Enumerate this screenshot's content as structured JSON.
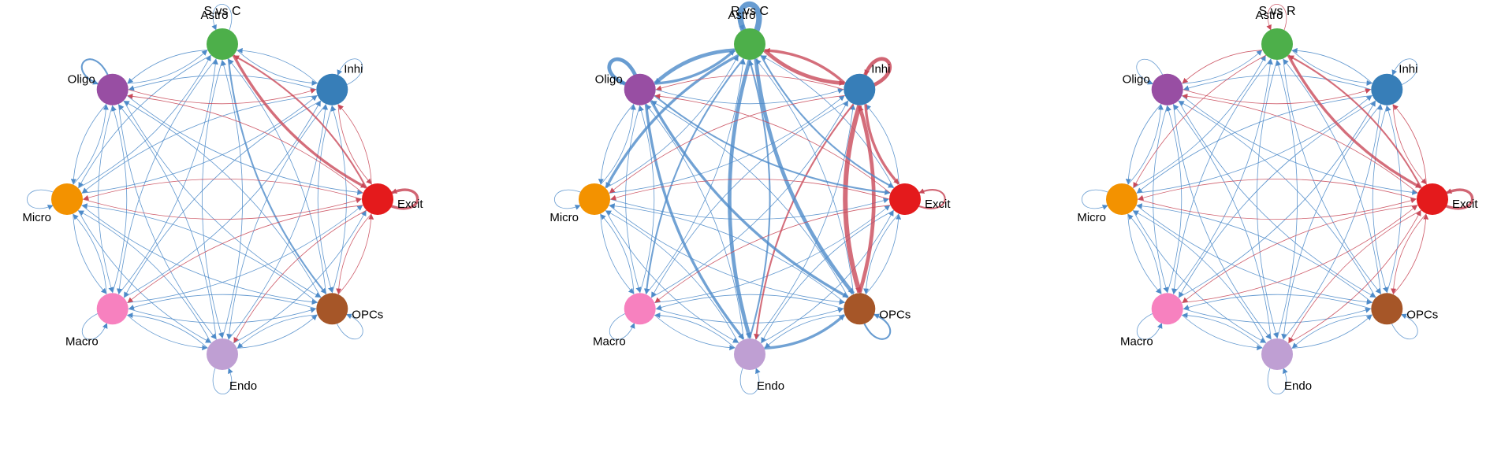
{
  "colors": {
    "increased": "#C94A5A",
    "decreased": "#4E8BC9",
    "Astro": "#4DAF4A",
    "Inhi": "#377EB8",
    "Excit": "#E41A1C",
    "OPCs": "#A65628",
    "Endo": "#BF9FD3",
    "Macro": "#F781BF",
    "Micro": "#F39200",
    "Oligo": "#984EA3"
  },
  "nodes": [
    "Astro",
    "Inhi",
    "Excit",
    "OPCs",
    "Endo",
    "Macro",
    "Micro",
    "Oligo"
  ],
  "panels": [
    {
      "title": "S vs C",
      "loops": [
        {
          "node": "Astro",
          "color": "decreased",
          "weight": 1
        },
        {
          "node": "Inhi",
          "color": "decreased",
          "weight": 1
        },
        {
          "node": "Excit",
          "color": "increased",
          "weight": 3
        },
        {
          "node": "OPCs",
          "color": "decreased",
          "weight": 1
        },
        {
          "node": "Endo",
          "color": "decreased",
          "weight": 1
        },
        {
          "node": "Macro",
          "color": "decreased",
          "weight": 1
        },
        {
          "node": "Micro",
          "color": "decreased",
          "weight": 1
        },
        {
          "node": "Oligo",
          "color": "decreased",
          "weight": 2
        }
      ],
      "edges": [
        {
          "from": "Astro",
          "to": "Excit",
          "color": "increased",
          "weight": 3
        },
        {
          "from": "Excit",
          "to": "Astro",
          "color": "increased",
          "weight": 2
        },
        {
          "from": "Astro",
          "to": "OPCs",
          "color": "decreased",
          "weight": 2
        },
        {
          "from": "Inhi",
          "to": "Excit",
          "color": "increased",
          "weight": 1
        },
        {
          "from": "Excit",
          "to": "Inhi",
          "color": "increased",
          "weight": 1
        },
        {
          "from": "Excit",
          "to": "Micro",
          "color": "increased",
          "weight": 1
        },
        {
          "from": "Excit",
          "to": "Oligo",
          "color": "increased",
          "weight": 1
        },
        {
          "from": "Excit",
          "to": "Macro",
          "color": "increased",
          "weight": 1
        },
        {
          "from": "Excit",
          "to": "Endo",
          "color": "increased",
          "weight": 1
        },
        {
          "from": "Excit",
          "to": "OPCs",
          "color": "increased",
          "weight": 1
        },
        {
          "from": "OPCs",
          "to": "Excit",
          "color": "increased",
          "weight": 1
        },
        {
          "from": "Micro",
          "to": "Excit",
          "color": "increased",
          "weight": 1
        },
        {
          "from": "Oligo",
          "to": "Inhi",
          "color": "increased",
          "weight": 1
        }
      ]
    },
    {
      "title": "R vs C",
      "loops": [
        {
          "node": "Astro",
          "color": "decreased",
          "weight": 6
        },
        {
          "node": "Inhi",
          "color": "increased",
          "weight": 4
        },
        {
          "node": "Excit",
          "color": "increased",
          "weight": 2
        },
        {
          "node": "OPCs",
          "color": "decreased",
          "weight": 2
        },
        {
          "node": "Endo",
          "color": "decreased",
          "weight": 1
        },
        {
          "node": "Macro",
          "color": "decreased",
          "weight": 1
        },
        {
          "node": "Micro",
          "color": "decreased",
          "weight": 1
        },
        {
          "node": "Oligo",
          "color": "decreased",
          "weight": 4
        }
      ],
      "edges": [
        {
          "from": "Astro",
          "to": "Inhi",
          "color": "increased",
          "weight": 4
        },
        {
          "from": "Inhi",
          "to": "Astro",
          "color": "increased",
          "weight": 3
        },
        {
          "from": "Inhi",
          "to": "OPCs",
          "color": "increased",
          "weight": 5
        },
        {
          "from": "OPCs",
          "to": "Inhi",
          "color": "increased",
          "weight": 4
        },
        {
          "from": "Inhi",
          "to": "Excit",
          "color": "increased",
          "weight": 3
        },
        {
          "from": "Inhi",
          "to": "Endo",
          "color": "increased",
          "weight": 2
        },
        {
          "from": "Astro",
          "to": "Oligo",
          "color": "decreased",
          "weight": 4
        },
        {
          "from": "Oligo",
          "to": "Astro",
          "color": "decreased",
          "weight": 3
        },
        {
          "from": "Astro",
          "to": "OPCs",
          "color": "decreased",
          "weight": 4
        },
        {
          "from": "Astro",
          "to": "Endo",
          "color": "decreased",
          "weight": 4
        },
        {
          "from": "Oligo",
          "to": "OPCs",
          "color": "decreased",
          "weight": 3
        },
        {
          "from": "Oligo",
          "to": "Excit",
          "color": "decreased",
          "weight": 2
        },
        {
          "from": "Astro",
          "to": "Micro",
          "color": "decreased",
          "weight": 3
        },
        {
          "from": "Astro",
          "to": "Excit",
          "color": "decreased",
          "weight": 2
        },
        {
          "from": "Astro",
          "to": "Macro",
          "color": "decreased",
          "weight": 2
        },
        {
          "from": "Endo",
          "to": "OPCs",
          "color": "decreased",
          "weight": 3
        },
        {
          "from": "Endo",
          "to": "Astro",
          "color": "decreased",
          "weight": 2
        },
        {
          "from": "Oligo",
          "to": "Endo",
          "color": "decreased",
          "weight": 3
        },
        {
          "from": "Excit",
          "to": "Oligo",
          "color": "increased",
          "weight": 1
        },
        {
          "from": "Inhi",
          "to": "Oligo",
          "color": "increased",
          "weight": 1
        },
        {
          "from": "Excit",
          "to": "Micro",
          "color": "increased",
          "weight": 1
        },
        {
          "from": "Inhi",
          "to": "Micro",
          "color": "increased",
          "weight": 1
        },
        {
          "from": "Excit",
          "to": "Macro",
          "color": "increased",
          "weight": 1
        }
      ]
    },
    {
      "title": "S vs R",
      "loops": [
        {
          "node": "Astro",
          "color": "increased",
          "weight": 1
        },
        {
          "node": "Inhi",
          "color": "decreased",
          "weight": 1
        },
        {
          "node": "Excit",
          "color": "increased",
          "weight": 3
        },
        {
          "node": "OPCs",
          "color": "decreased",
          "weight": 1
        },
        {
          "node": "Endo",
          "color": "decreased",
          "weight": 1
        },
        {
          "node": "Macro",
          "color": "decreased",
          "weight": 1
        },
        {
          "node": "Micro",
          "color": "decreased",
          "weight": 1
        },
        {
          "node": "Oligo",
          "color": "decreased",
          "weight": 1
        }
      ],
      "edges": [
        {
          "from": "Astro",
          "to": "Excit",
          "color": "increased",
          "weight": 3
        },
        {
          "from": "Excit",
          "to": "Astro",
          "color": "increased",
          "weight": 2
        },
        {
          "from": "Astro",
          "to": "Oligo",
          "color": "increased",
          "weight": 1
        },
        {
          "from": "Astro",
          "to": "Micro",
          "color": "increased",
          "weight": 1
        },
        {
          "from": "Inhi",
          "to": "Excit",
          "color": "increased",
          "weight": 1
        },
        {
          "from": "Excit",
          "to": "Inhi",
          "color": "increased",
          "weight": 1
        },
        {
          "from": "Excit",
          "to": "Micro",
          "color": "increased",
          "weight": 1
        },
        {
          "from": "Excit",
          "to": "Macro",
          "color": "increased",
          "weight": 1
        },
        {
          "from": "Excit",
          "to": "Oligo",
          "color": "increased",
          "weight": 1
        },
        {
          "from": "Excit",
          "to": "Endo",
          "color": "increased",
          "weight": 1
        },
        {
          "from": "Excit",
          "to": "OPCs",
          "color": "increased",
          "weight": 1
        },
        {
          "from": "OPCs",
          "to": "Excit",
          "color": "increased",
          "weight": 1
        },
        {
          "from": "Micro",
          "to": "Excit",
          "color": "increased",
          "weight": 1
        },
        {
          "from": "Macro",
          "to": "Excit",
          "color": "increased",
          "weight": 1
        },
        {
          "from": "Oligo",
          "to": "Inhi",
          "color": "increased",
          "weight": 1
        },
        {
          "from": "Endo",
          "to": "Excit",
          "color": "increased",
          "weight": 1
        }
      ]
    }
  ]
}
